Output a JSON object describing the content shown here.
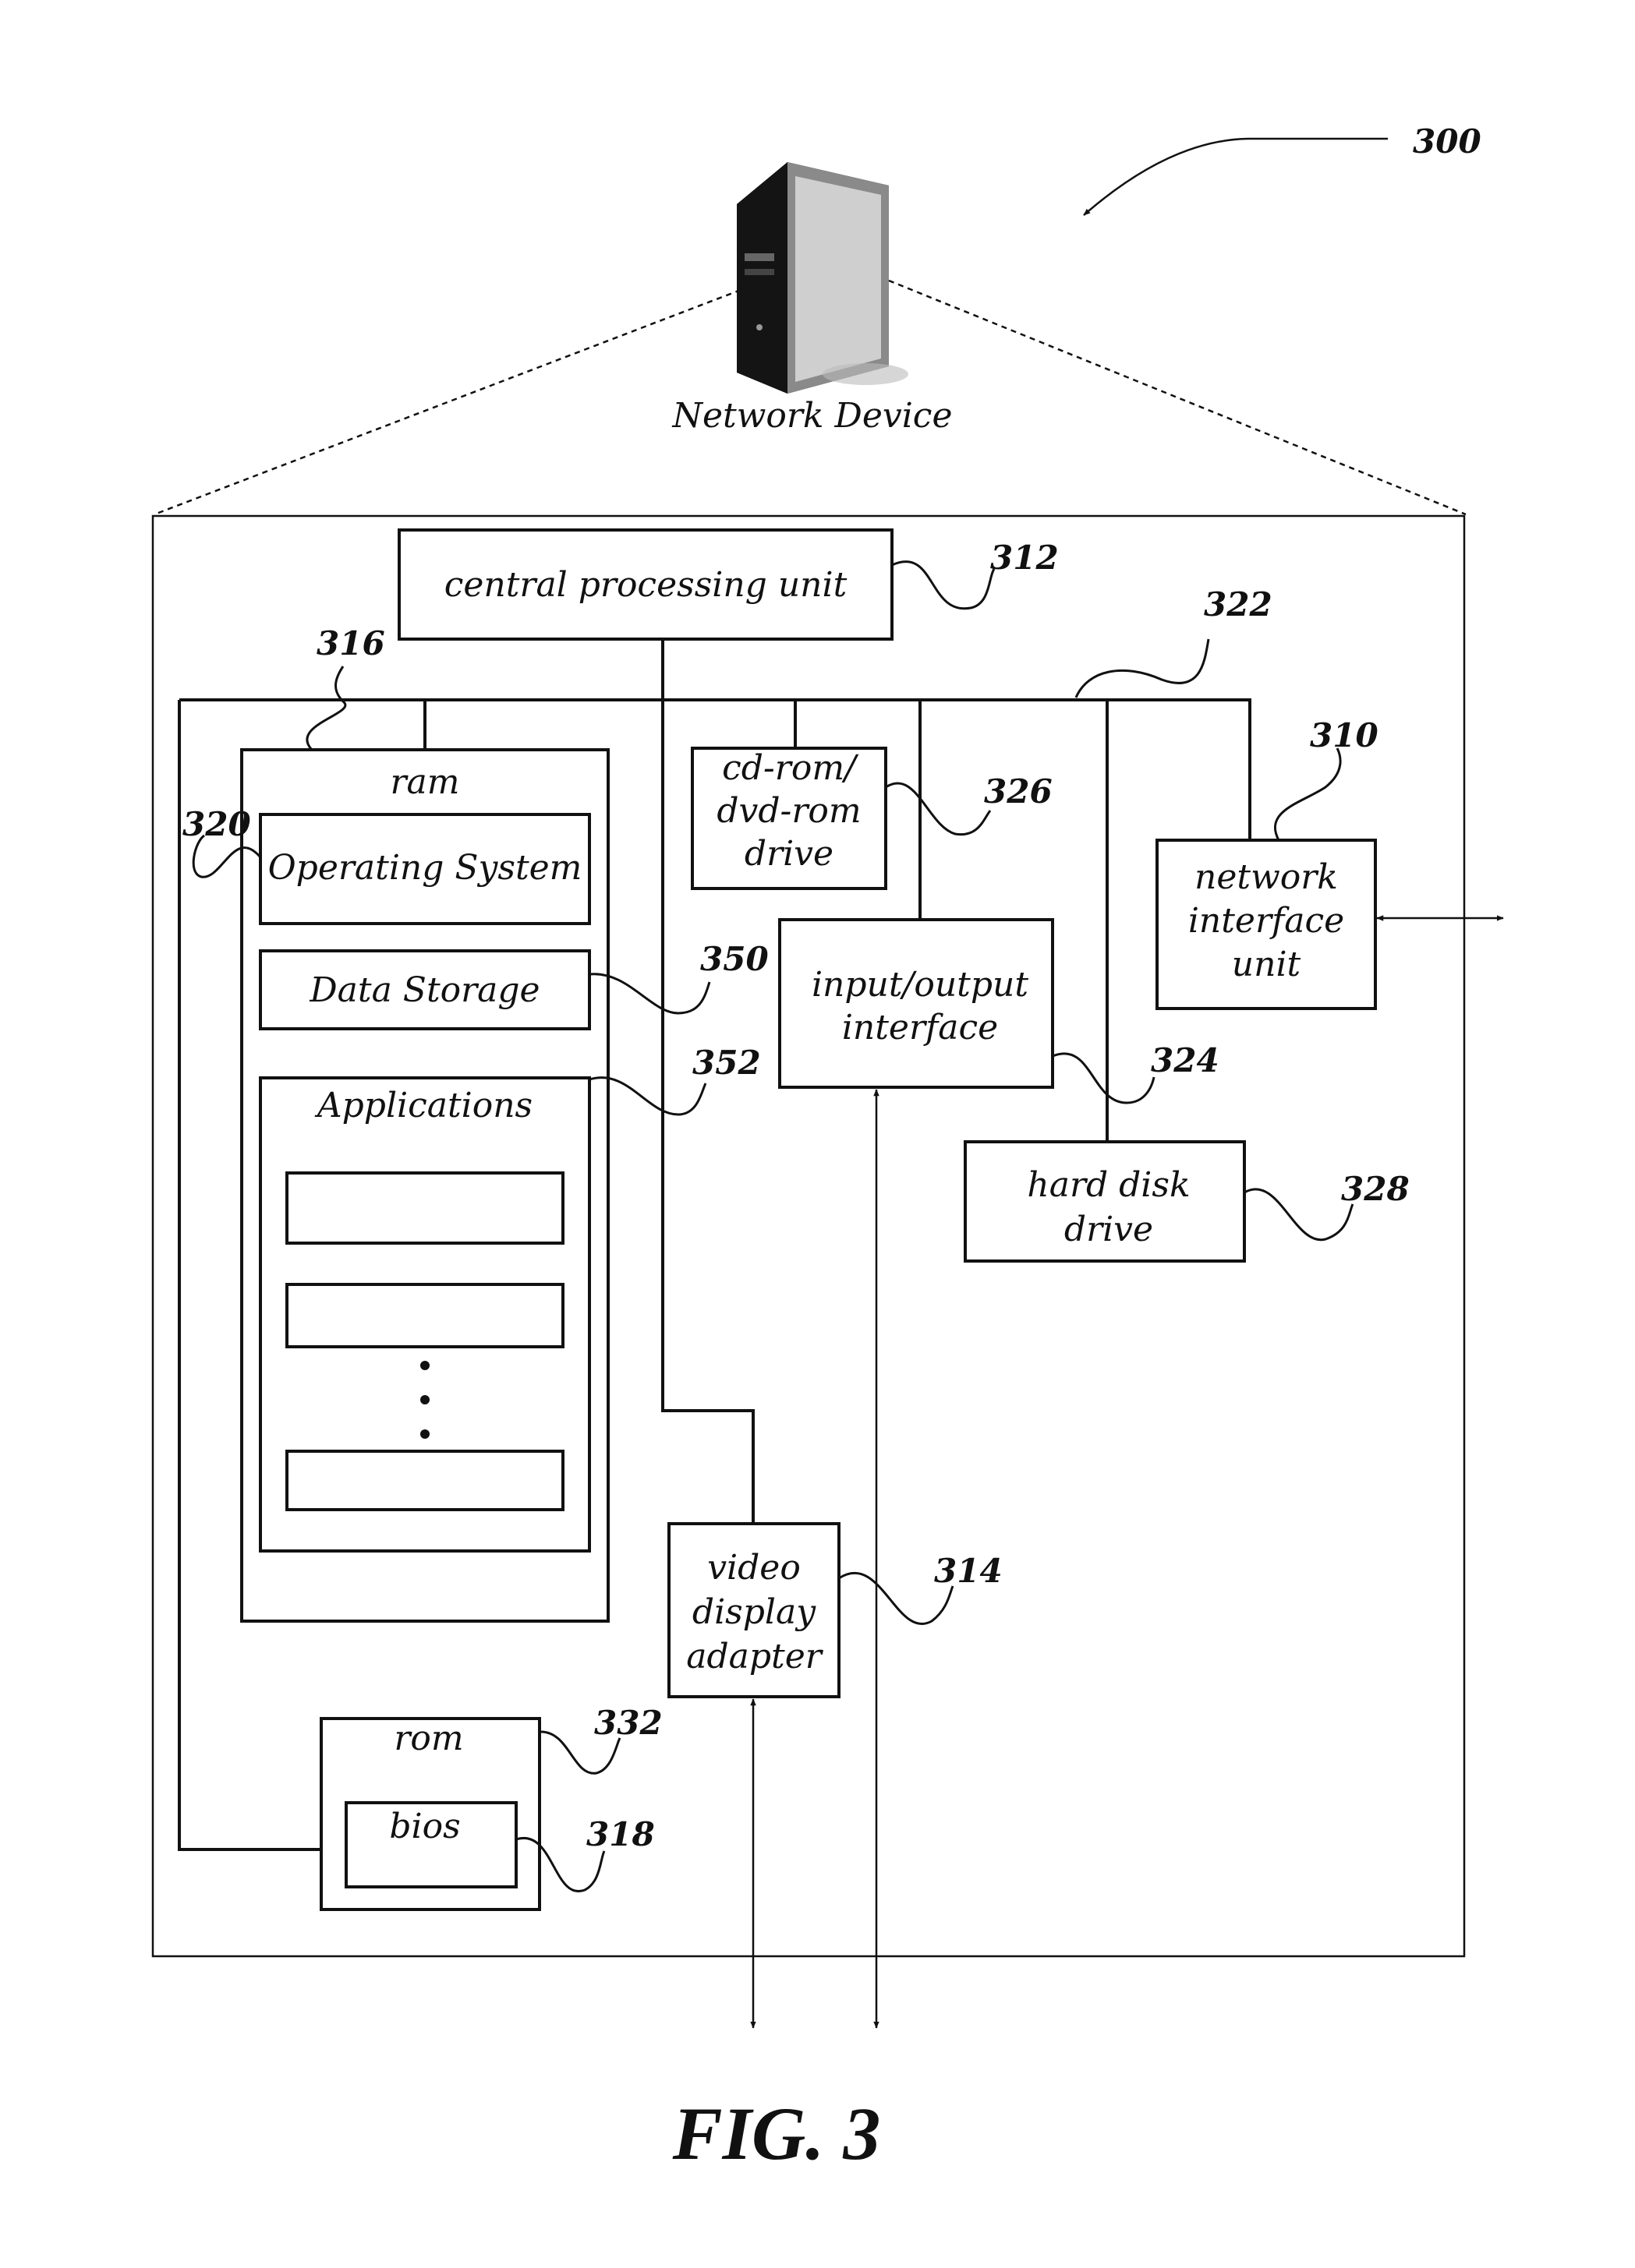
{
  "header": {
    "device_label": "Network Device",
    "ref_300": "300"
  },
  "components": {
    "cpu": "central processing unit",
    "ram": "ram",
    "os": "Operating System",
    "data_storage": "Data Storage",
    "applications": "Applications",
    "cdrom": [
      "cd-rom/",
      "dvd-rom",
      "drive"
    ],
    "io": [
      "input/output",
      "interface"
    ],
    "nic": [
      "network",
      "interface",
      "unit"
    ],
    "hdd": [
      "hard disk",
      "drive"
    ],
    "video": [
      "video",
      "display",
      "adapter"
    ],
    "rom": "rom",
    "bios": "bios"
  },
  "refs": {
    "r312": "312",
    "r322": "322",
    "r316": "316",
    "r310": "310",
    "r320": "320",
    "r326": "326",
    "r350": "350",
    "r352": "352",
    "r324": "324",
    "r328": "328",
    "r314": "314",
    "r332": "332",
    "r318": "318"
  },
  "caption": "FIG. 3"
}
